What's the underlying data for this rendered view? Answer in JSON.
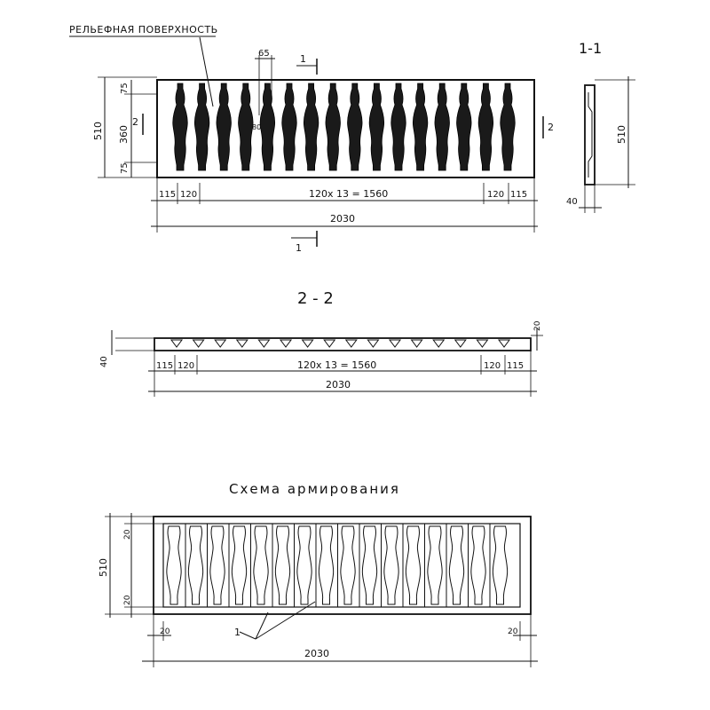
{
  "sheet": {
    "relief_label": "РЕЛЬЕФНАЯ ПОВЕРХНОСТЬ",
    "section_1_title": "1-1",
    "section_2_title": "2 - 2",
    "scheme_title": "Схема армирования"
  },
  "plan_view": {
    "dim_height_total": "510",
    "dim_top": "75",
    "dim_middle": "360",
    "dim_bottom": "75",
    "dim_65": "65",
    "dim_80": "80",
    "dim_left_edge": "115",
    "dim_left_pitch": "120",
    "dim_center": "120x 13 = 1560",
    "dim_right_pitch": "120",
    "dim_right_edge": "115",
    "dim_total_length": "2030",
    "cut_mark_1": "1",
    "cut_mark_2": "2",
    "baluster_count": 16
  },
  "section_1_1": {
    "dim_height": "510",
    "dim_thickness": "40"
  },
  "section_2_2": {
    "dim_thickness": "40",
    "dim_relief": "20",
    "dim_left_edge": "115",
    "dim_left_pitch": "120",
    "dim_center": "120x 13 = 1560",
    "dim_right_pitch": "120",
    "dim_right_edge": "115",
    "dim_total_length": "2030"
  },
  "reinforcement": {
    "dim_height": "510",
    "dim_top_cover": "20",
    "dim_bottom_cover": "20",
    "dim_left_cover": "20",
    "dim_right_cover": "20",
    "dim_total_length": "2030",
    "leader_label": "1",
    "bar_count": 16
  }
}
